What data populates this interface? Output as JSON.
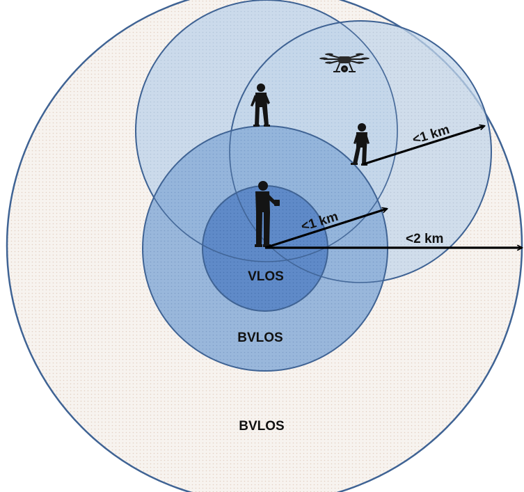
{
  "diagram": {
    "labels": {
      "inner_zone": "VLOS",
      "middle_zone": "BVLOS",
      "outer_zone": "BVLOS"
    },
    "arrows": {
      "relay_range": "<1 km",
      "inner_range": "<1 km",
      "outer_range": "<2 km"
    },
    "colors": {
      "outer_fill": "#f7f3ef",
      "outer_dots": "#e3cfc2",
      "relay_fill": "#c3d6ea",
      "middle_fill": "#8fb1d9",
      "inner_fill": "#5a86c6",
      "stroke": "#3f6394",
      "arrow": "#000000"
    },
    "icons": [
      "drone-icon",
      "observer-icon",
      "observer-icon",
      "pilot-icon"
    ]
  }
}
